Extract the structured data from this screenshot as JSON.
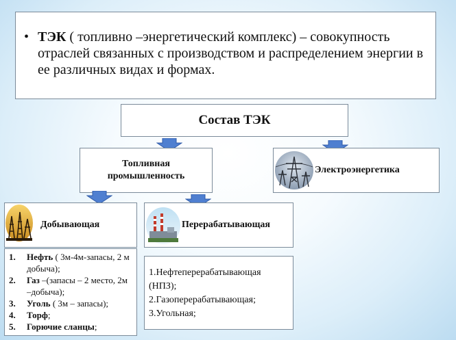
{
  "definition": {
    "bullet": "•",
    "term": "ТЭК",
    "rest": " ( топливно –энергетический комплекс) – совокупность отраслей связанных с производством и распределением энергии  в ее различных видах и формах."
  },
  "header": "Состав ТЭК",
  "fuel_industry": {
    "line1": "Топливная",
    "line2": "промышленность"
  },
  "electric_power": "Электроэнергетика",
  "extracting": "Добывающая",
  "processing": "Перерабатывающая",
  "extract_list": [
    {
      "num": "1.",
      "name": "Нефть",
      "detail": " ( 3м-4м-запасы, 2 м добыча);"
    },
    {
      "num": "2.",
      "name": "Газ",
      "detail": " –(запасы – 2 место, 2м –добыча);"
    },
    {
      "num": "3.",
      "name": "Уголь",
      "detail": " ( 3м – запасы);"
    },
    {
      "num": "4.",
      "name": "Торф",
      "detail": ";"
    },
    {
      "num": "5.",
      "name": "Горючие сланцы",
      "detail": ";"
    }
  ],
  "process_list": [
    "1.Нефтеперерабатывающая (НПЗ);",
    "2.Газоперерабатывающая;",
    "3.Угольная;"
  ],
  "colors": {
    "arrow": "#4f7fd0",
    "arrow_edge": "#2f5aa8",
    "border": "#7a8a99"
  },
  "icons": [
    "power-tower-icon",
    "oil-derrick-icon",
    "refinery-icon",
    "arrow-down-icon"
  ]
}
